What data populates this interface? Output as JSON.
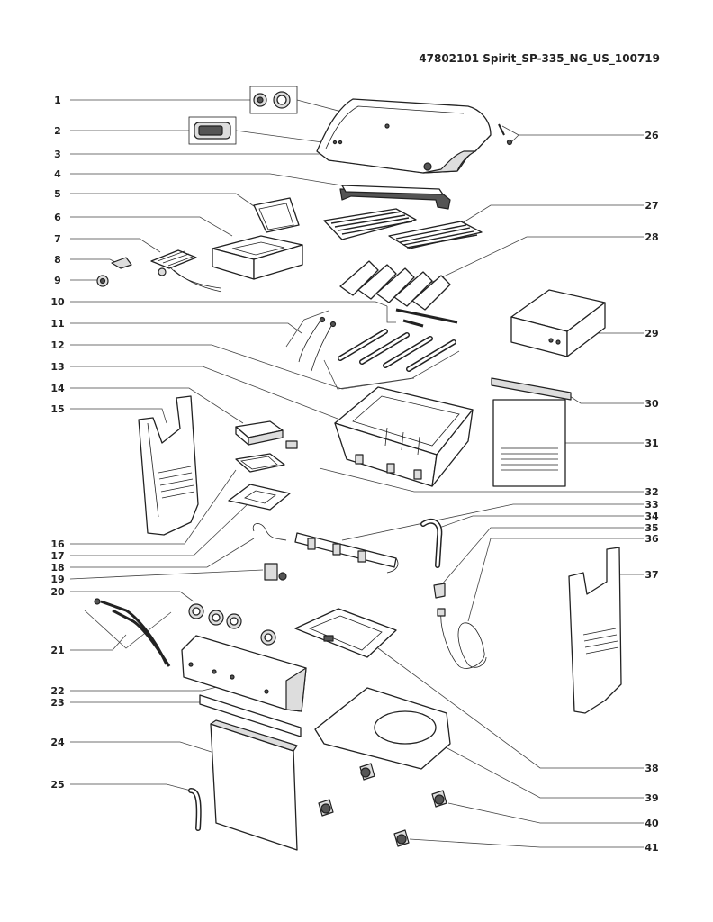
{
  "document": {
    "title": "47802101  Spirit_SP-335_NG_US_100719"
  },
  "callouts_left": [
    {
      "label": "1"
    },
    {
      "label": "2"
    },
    {
      "label": "3"
    },
    {
      "label": "4"
    },
    {
      "label": "5"
    },
    {
      "label": "6"
    },
    {
      "label": "7"
    },
    {
      "label": "8"
    },
    {
      "label": "9"
    },
    {
      "label": "10"
    },
    {
      "label": "11"
    },
    {
      "label": "12"
    },
    {
      "label": "13"
    },
    {
      "label": "14"
    },
    {
      "label": "15"
    },
    {
      "label": "16"
    },
    {
      "label": "17"
    },
    {
      "label": "18"
    },
    {
      "label": "19"
    },
    {
      "label": "20"
    },
    {
      "label": "21"
    },
    {
      "label": "22"
    },
    {
      "label": "23"
    },
    {
      "label": "24"
    },
    {
      "label": "25"
    }
  ],
  "callouts_right": [
    {
      "label": "26"
    },
    {
      "label": "27"
    },
    {
      "label": "28"
    },
    {
      "label": "29"
    },
    {
      "label": "30"
    },
    {
      "label": "31"
    },
    {
      "label": "32"
    },
    {
      "label": "33"
    },
    {
      "label": "34"
    },
    {
      "label": "35"
    },
    {
      "label": "36"
    },
    {
      "label": "37"
    },
    {
      "label": "38"
    },
    {
      "label": "39"
    },
    {
      "label": "40"
    },
    {
      "label": "41"
    }
  ]
}
